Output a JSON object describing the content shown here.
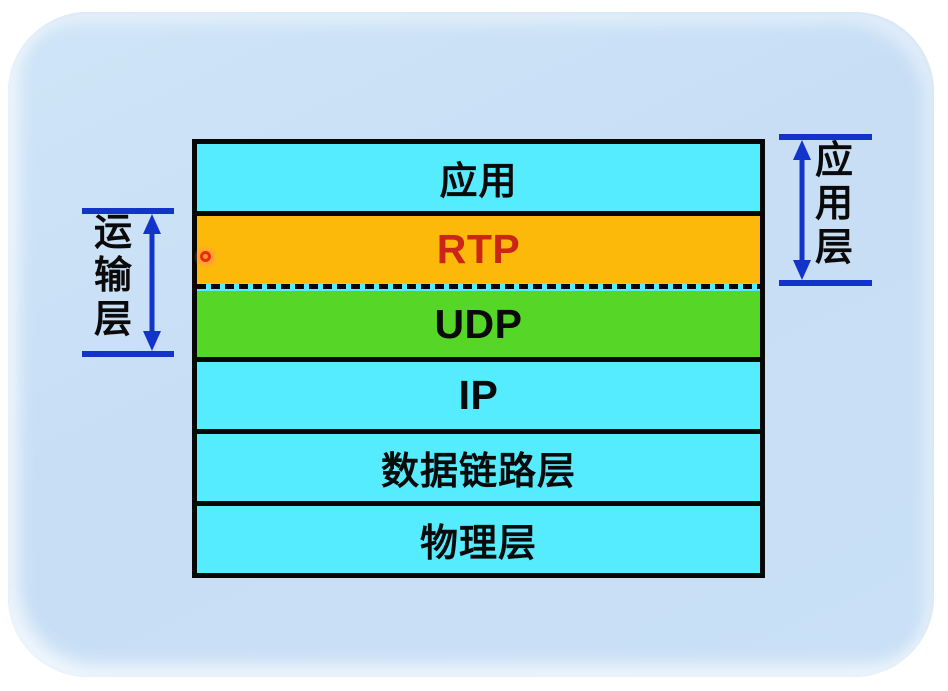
{
  "colors": {
    "page_bg": "#ffffff",
    "panel_bg": "#c7def5",
    "layer_cyan": "#55ecff",
    "layer_orange": "#fdb90a",
    "layer_green": "#56d728",
    "rtp_text": "#cb2517",
    "layer_text": "#0a0a0a",
    "bracket_blue": "#1334cb",
    "border_black": "#070707",
    "laser_dot_red": "#ea2d12"
  },
  "stack": {
    "layers": [
      {
        "id": "application",
        "label": "应用",
        "bg": "#55ecff",
        "text": "#0a0a0a"
      },
      {
        "id": "rtp",
        "label": "RTP",
        "bg": "#fdb90a",
        "text": "#cb2517"
      },
      {
        "id": "udp",
        "label": "UDP",
        "bg": "#56d728",
        "text": "#0a0a0a"
      },
      {
        "id": "ip",
        "label": "IP",
        "bg": "#55ecff",
        "text": "#0a0a0a"
      },
      {
        "id": "data-link",
        "label": "数据链路层",
        "bg": "#55ecff",
        "text": "#0a0a0a"
      },
      {
        "id": "physical",
        "label": "物理层",
        "bg": "#55ecff",
        "text": "#0a0a0a"
      }
    ],
    "dashed_divider": {
      "between": [
        "RTP",
        "UDP"
      ],
      "style": "black dashes on cyan strip"
    }
  },
  "annotations": {
    "left_bracket": {
      "label": "运输层",
      "spans_layers": [
        "RTP",
        "UDP"
      ]
    },
    "right_bracket": {
      "label": "应用层",
      "spans_layers": [
        "应用",
        "RTP"
      ]
    },
    "pointer_dot": {
      "shape": "red ring with glow",
      "color": "#ea2d12"
    }
  }
}
